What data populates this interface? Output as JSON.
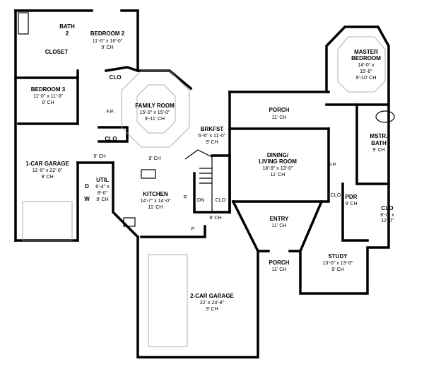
{
  "rooms": {
    "bath2": {
      "name": "BATH",
      "num": "2"
    },
    "bedroom2": {
      "name": "BEDROOM 2",
      "size": "11'-0\" x 16'-0\"",
      "ch": "9' CH"
    },
    "closet": {
      "name": "CLOSET"
    },
    "bedroom3": {
      "name": "BEDROOM 3",
      "size": "11'-0\" x 11'-0\"",
      "ch": "9' CH"
    },
    "family": {
      "name": "FAMILY ROOM",
      "size": "15'-0\" x 15'-0\"",
      "ch": "9'-11' CH"
    },
    "brkfst": {
      "name": "BRKFST",
      "size": "6'-6\" x 11'-0\"",
      "ch": "9' CH"
    },
    "porch_rear": {
      "name": "PORCH",
      "ch": "11' CH"
    },
    "dining": {
      "name1": "DINING/",
      "name2": "LIVING ROOM",
      "size": "18'-9\" x 13'-0\"",
      "ch": "11' CH"
    },
    "master": {
      "name1": "MASTER",
      "name2": "BEDROOM",
      "size1": "14'-0\" x",
      "size2": "15'-0\"",
      "ch": "9'-10' CH"
    },
    "mstr_bath": {
      "name1": "MSTR.",
      "name2": "BATH",
      "ch": "9' CH"
    },
    "clo_master": {
      "name": "CLO",
      "size1": "6'-0\" x",
      "size2": "12'-0\""
    },
    "pdr": {
      "name": "PDR",
      "ch": "9' CH"
    },
    "garage1": {
      "name": "1-CAR GARAGE",
      "size": "11'-0\" x 22'-0\"",
      "ch": "9' CH"
    },
    "util": {
      "name": "UTIL",
      "size1": "6'-4\" x",
      "size2": "8'-0\"",
      "ch": "9' CH"
    },
    "kitchen": {
      "name": "KITCHEN",
      "size": "14'-7\" x 14'-0\"",
      "ch": "11' CH"
    },
    "entry": {
      "name": "ENTRY",
      "ch": "11' CH"
    },
    "study": {
      "name": "STUDY",
      "size": "13'-0\" x 13'-0\"",
      "ch": "9' CH"
    },
    "porch_front": {
      "name": "PORCH",
      "ch": "11' CH"
    },
    "garage2": {
      "name": "2-CAR GARAGE",
      "size": "22' x 23'-8\"",
      "ch": "9' CH"
    }
  },
  "labels": {
    "hall_ch": "9' CH",
    "family_ch": "9' CH",
    "stair_ch": "9' CH",
    "clo": "CLO",
    "fp": "F.P.",
    "dryer": "D",
    "washer": "W",
    "refrigerator": "R",
    "down": "DN",
    "pantry": "P"
  }
}
